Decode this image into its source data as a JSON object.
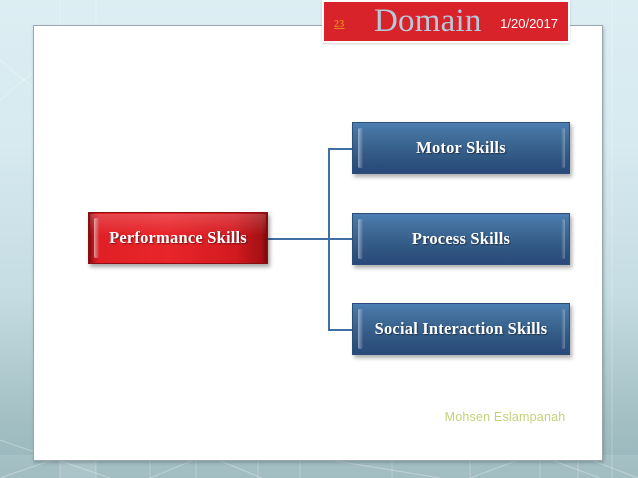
{
  "slide": {
    "background_top_color": "#d9ecf2",
    "background_bottom_color": "#97b6bb"
  },
  "header": {
    "slide_number": "23",
    "slide_number_color": "#e8821e",
    "title": "Domain",
    "title_color": "#b6c9d8",
    "date": "1/20/2017",
    "banner_color": "#d8232a"
  },
  "diagram": {
    "type": "org-chart",
    "root": {
      "label": "Performance Skills",
      "color": "#d8232a"
    },
    "children": [
      {
        "label": "Motor Skills",
        "color": "#3a6490"
      },
      {
        "label": "Process Skills",
        "color": "#3a6490"
      },
      {
        "label": "Social Interaction Skills",
        "color": "#3a6490"
      }
    ],
    "connector_color": "#3f6fa3"
  },
  "footer": {
    "credit": "Mohsen Eslampanah",
    "credit_color": "#c5d178"
  }
}
